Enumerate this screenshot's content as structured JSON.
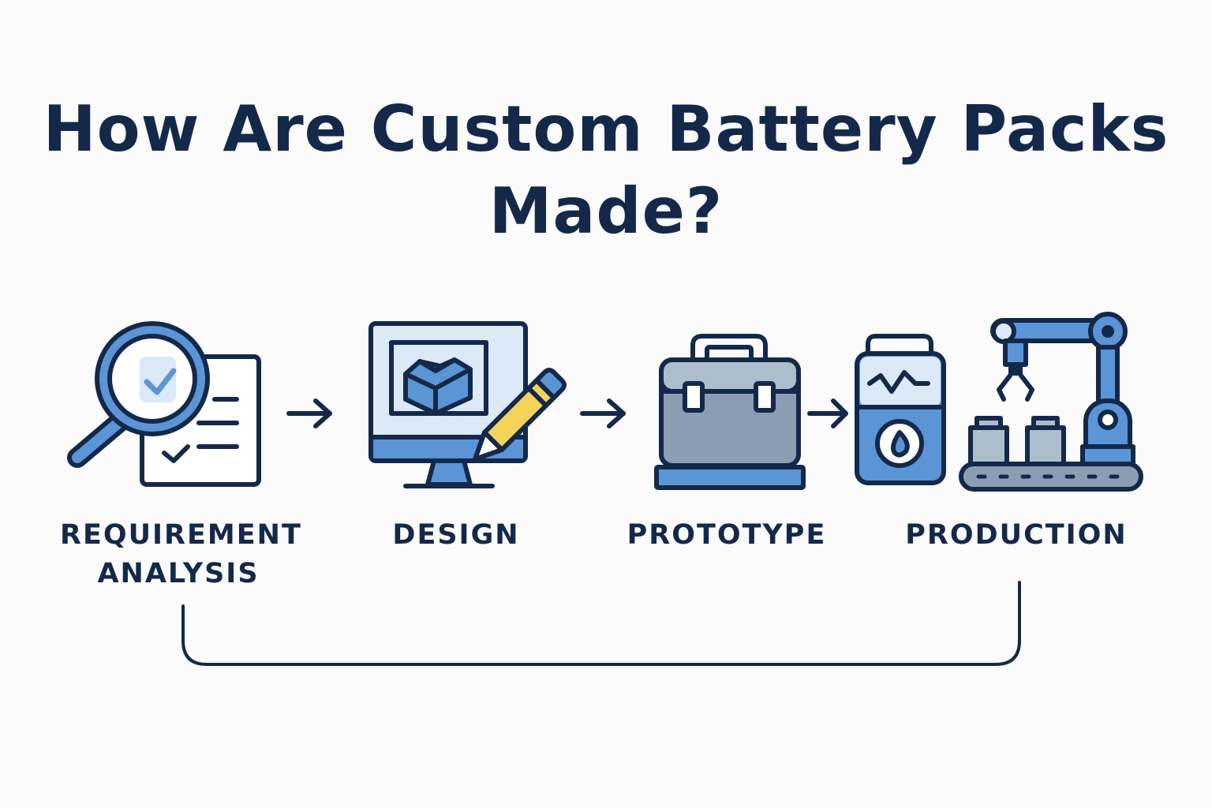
{
  "title": {
    "line1": "How Are Custom Battery Packs",
    "line2": "Made?"
  },
  "steps": [
    {
      "id": "requirement-analysis",
      "label_line1": "REQUIREMENT",
      "label_line2": "ANALYSIS",
      "icon": "magnifier-checklist-icon"
    },
    {
      "id": "design",
      "label_line1": "DESIGN",
      "icon": "monitor-cube-pencil-icon"
    },
    {
      "id": "prototype",
      "label_line1": "PROTOTYPE",
      "icon": "battery-case-and-tester-icon"
    },
    {
      "id": "production",
      "label_line1": "PRODUCTION",
      "icon": "robot-arm-conveyor-icon"
    }
  ],
  "colors": {
    "outline": "#14294a",
    "blue": "#5b95d6",
    "light_blue": "#dce9f7",
    "gray": "#8a9db3",
    "light_gray": "#aebdcc",
    "yellow": "#f3d35a",
    "background": "#fbfbfb"
  }
}
